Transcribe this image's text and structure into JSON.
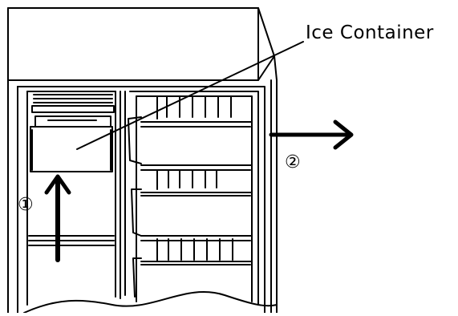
{
  "callouts": {
    "ice_container": "Ice Container",
    "step_one": "①",
    "step_two": "②"
  },
  "colors": {
    "line": "#000000",
    "background": "#ffffff"
  }
}
